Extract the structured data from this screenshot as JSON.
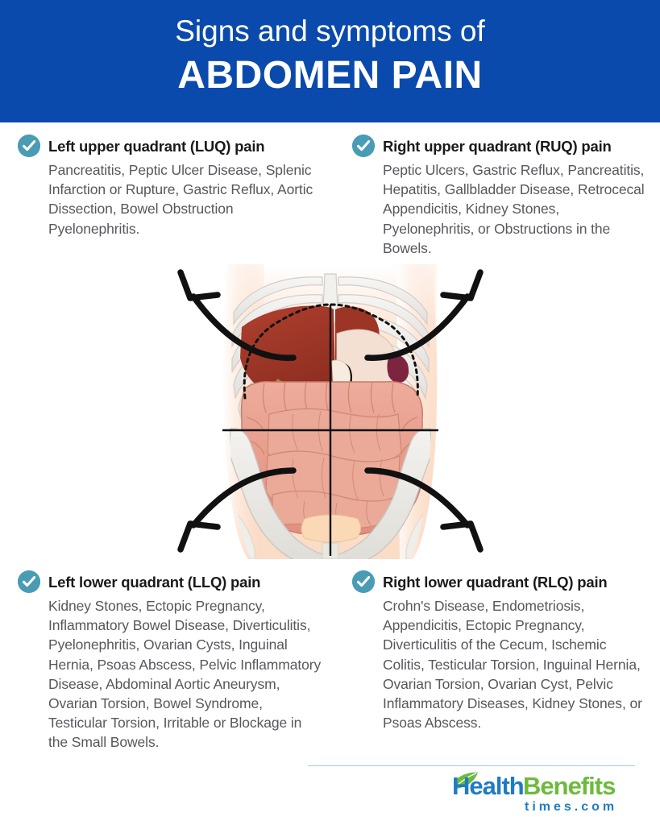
{
  "header": {
    "subtitle": "Signs and symptoms of",
    "title": "ABDOMEN PAIN",
    "background_color": "#0a4aad",
    "text_color": "#ffffff"
  },
  "theme": {
    "check_icon_color": "#4a9cb5",
    "body_text_color": "#55585d",
    "heading_text_color": "#1a1a1a",
    "divider_color": "#a9cdd6",
    "page_background": "#ffffff"
  },
  "quadrants": [
    {
      "id": "luq",
      "icon": "check-circle-icon",
      "title": "Left upper quadrant (LUQ) pain",
      "body": "Pancreatitis, Peptic Ulcer Disease, Splenic Infarction or Rupture, Gastric Reflux, Aortic Dissection, Bowel Obstruction Pyelonephritis."
    },
    {
      "id": "ruq",
      "icon": "check-circle-icon",
      "title": "Right upper quadrant (RUQ) pain",
      "body": "Peptic Ulcers, Gastric Reflux, Pancreatitis, Hepatitis, Gallbladder Disease, Retrocecal Appendicitis, Kidney Stones, Pyelonephritis, or Obstructions in the Bowels."
    },
    {
      "id": "llq",
      "icon": "check-circle-icon",
      "title": "Left lower quadrant (LLQ) pain",
      "body": "Kidney Stones, Ectopic Pregnancy, Inflammatory Bowel Disease, Diverticulitis, Pyelonephritis, Ovarian Cysts, Inguinal Hernia, Psoas Abscess, Pelvic Inflammatory Disease, Abdominal Aortic Aneurysm, Ovarian Torsion, Bowel Syndrome, Testicular Torsion, Irritable or Blockage in the Small Bowels."
    },
    {
      "id": "rlq",
      "icon": "check-circle-icon",
      "title": "Right lower quadrant (RLQ) pain",
      "body": "Crohn's Disease, Endometriosis, Appendicitis, Ectopic Pregnancy, Diverticulitis of the Cecum, Ischemic Colitis, Testicular Torsion, Inguinal Hernia, Ovarian Torsion, Ovarian Cyst, Pelvic Inflammatory Diseases, Kidney Stones, or Psoas Abscess."
    }
  ],
  "illustration": {
    "name": "abdomen-quadrants-anatomy-diagram",
    "description": "Human torso anatomy showing ribcage, liver, stomach, intestines and pelvis divided into four quadrants by crosshair lines, with four curved arrows pointing outward",
    "colors": {
      "skin": "#fbe0cd",
      "bone": "#eceae6",
      "liver": "#a53729",
      "intestine": "#e9a392",
      "stomach": "#f0ddd1",
      "arrow": "#111111"
    }
  },
  "footer": {
    "logo": {
      "part1": "Health",
      "part2": "Benefits",
      "part3": "times.com",
      "part1_color": "#1f7cc4",
      "part2_color": "#6cbb3c",
      "part3_color": "#1f7cc4",
      "leaf_icon": "leaf-icon"
    }
  }
}
